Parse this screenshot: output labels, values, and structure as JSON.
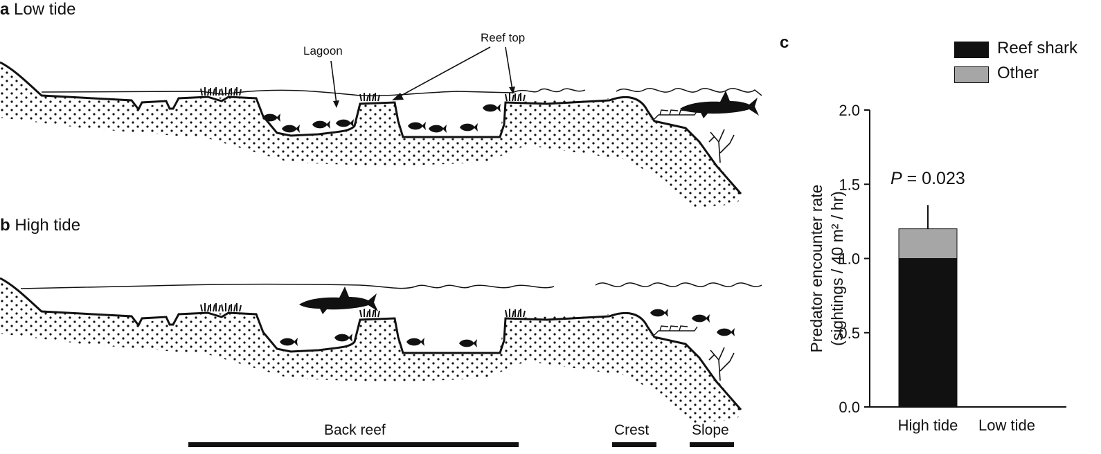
{
  "panel_a": {
    "letter": "a",
    "title": "Low tide",
    "labels": {
      "lagoon": "Lagoon",
      "reef_top": "Reef top"
    }
  },
  "panel_b": {
    "letter": "b",
    "title": "High tide"
  },
  "zones": {
    "back_reef": "Back reef",
    "crest": "Crest",
    "slope": "Slope"
  },
  "panel_c": {
    "letter": "c",
    "annotation_p": "P",
    "annotation_value": "= 0.023"
  },
  "colors": {
    "reef_shark": "#111111",
    "other": "#a6a6a6",
    "ink": "#111111"
  },
  "chart_data": {
    "type": "bar",
    "stacked": true,
    "categories": [
      "High tide",
      "Low tide"
    ],
    "series": [
      {
        "name": "Reef shark",
        "values": [
          1.0,
          0.0
        ]
      },
      {
        "name": "Other",
        "values": [
          0.2,
          0.0
        ]
      }
    ],
    "error_bar_upper": [
      1.36,
      null
    ],
    "ylabel_line1": "Predator encounter rate",
    "ylabel_line2": "(sightings / 40 m² / hr)",
    "ylim": [
      0,
      2.0
    ],
    "yticks": [
      "0.0",
      "0.5",
      "1.0",
      "1.5",
      "2.0"
    ],
    "legend_position": "top-right",
    "grid": false
  }
}
